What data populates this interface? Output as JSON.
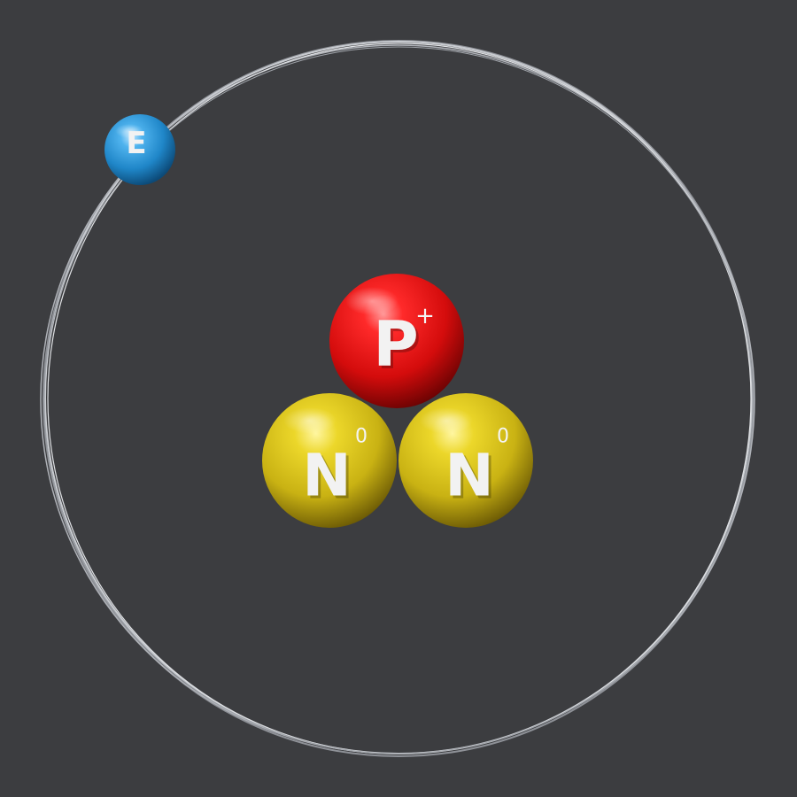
{
  "background_color": "#3c3d40",
  "orbit_color": "#b9bcc2",
  "electron": {
    "label": "E",
    "color": "#2f98d6"
  },
  "proton": {
    "label": "P",
    "charge": "+",
    "color": "#e01414"
  },
  "neutrons": [
    {
      "label": "N",
      "charge": "0",
      "color": "#d8c51c"
    },
    {
      "label": "N",
      "charge": "0",
      "color": "#d8c51c"
    }
  ]
}
